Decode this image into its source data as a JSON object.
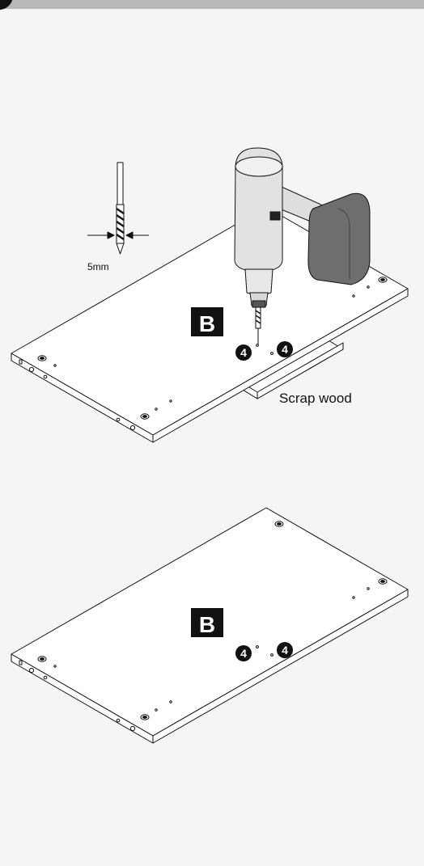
{
  "header": {
    "step_number": ""
  },
  "diagram_top": {
    "drill_bit_size": "5mm",
    "part_label": "B",
    "hole_markers": [
      "4",
      "4"
    ],
    "scrap_label": "Scrap wood"
  },
  "diagram_bottom": {
    "part_label": "B",
    "hole_markers": [
      "4",
      "4"
    ]
  },
  "colors": {
    "background": "#f5f5f5",
    "header_bar": "#b9b9b9",
    "board_fill": "#ffffff",
    "line": "#111111",
    "drill_body": "#e2e2e2",
    "battery": "#6e6e6e",
    "badge": "#111111"
  }
}
